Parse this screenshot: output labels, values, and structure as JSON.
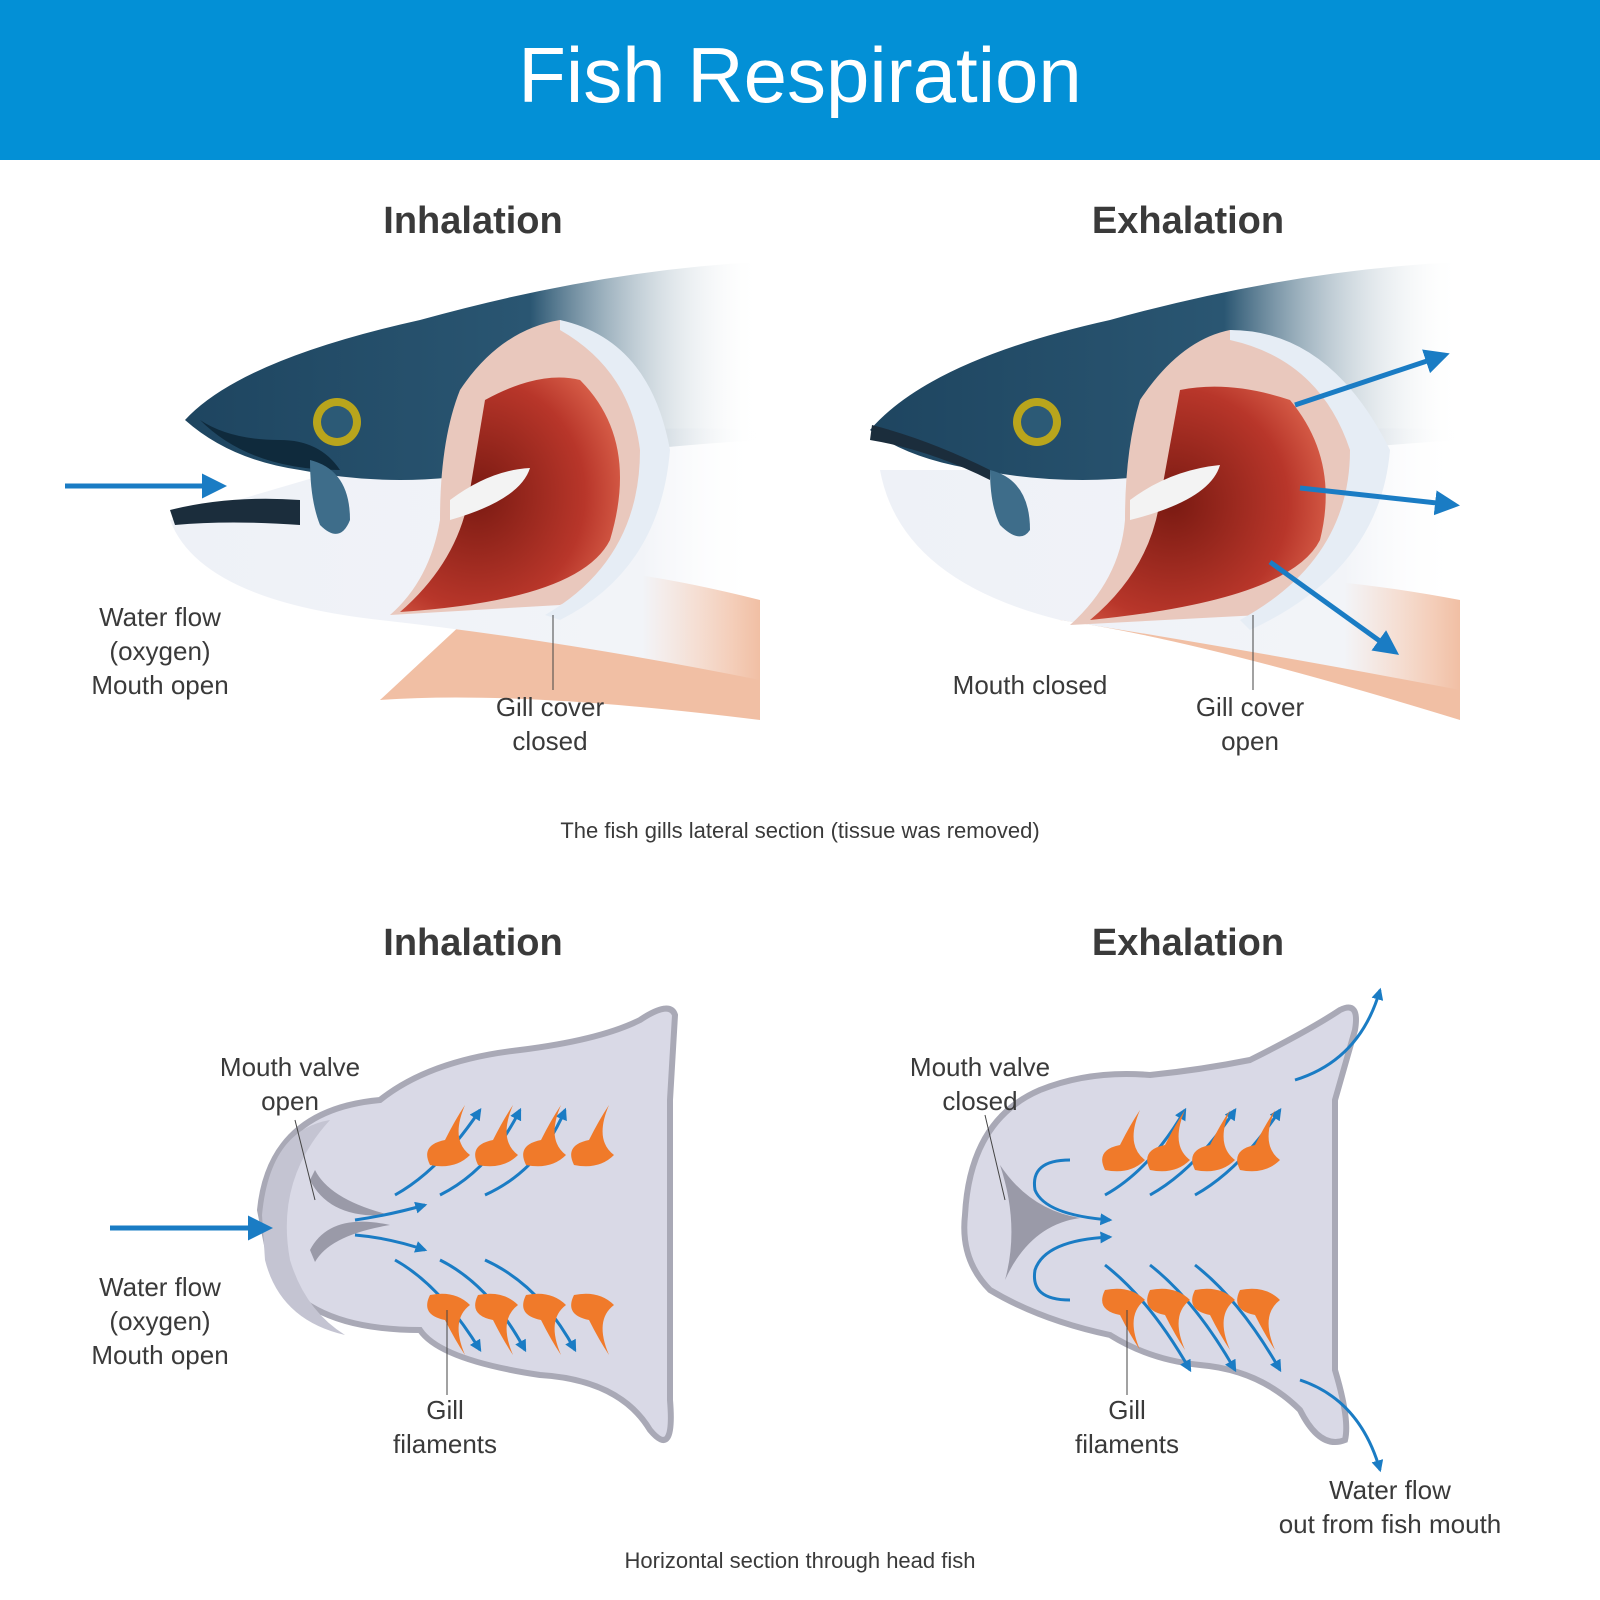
{
  "header": {
    "title": "Fish Respiration",
    "banner_color": "#0390d6"
  },
  "lateral_section": {
    "caption": "The fish gills lateral section (tissue was removed)",
    "panels": [
      {
        "heading": "Inhalation",
        "labels": {
          "water_flow": [
            "Water flow",
            "(oxygen)",
            "Mouth open"
          ],
          "gill_cover": [
            "Gill cover",
            "closed"
          ]
        }
      },
      {
        "heading": "Exhalation",
        "labels": {
          "mouth": "Mouth closed",
          "gill_cover": [
            "Gill cover",
            "open"
          ]
        }
      }
    ]
  },
  "horizontal_section": {
    "caption": "Horizontal section through head fish",
    "panels": [
      {
        "heading": "Inhalation",
        "labels": {
          "mouth_valve": [
            "Mouth valve",
            "open"
          ],
          "water_flow": [
            "Water flow",
            "(oxygen)",
            "Mouth open"
          ],
          "gill_filaments": [
            "Gill",
            "filaments"
          ]
        }
      },
      {
        "heading": "Exhalation",
        "labels": {
          "mouth_valve": [
            "Mouth valve",
            "closed"
          ],
          "gill_filaments": [
            "Gill",
            "filaments"
          ],
          "water_out": [
            "Water flow",
            "out from fish mouth"
          ]
        }
      }
    ]
  },
  "colors": {
    "arrow": "#1a7cc4",
    "fish_dark": "#1e4560",
    "gill_red": "#b8362a",
    "filament_orange": "#f07a2a",
    "section_fill": "#d9d9e6",
    "section_stroke": "#a9a9b6"
  }
}
